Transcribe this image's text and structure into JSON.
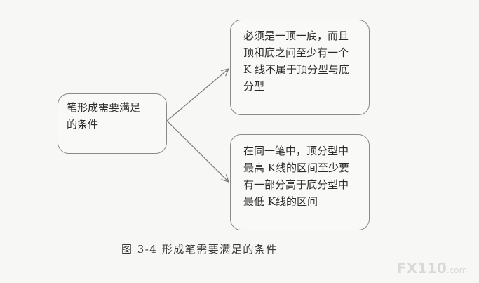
{
  "diagram": {
    "root": {
      "lines": [
        "笔形成需要满足",
        "的条件"
      ]
    },
    "branches": [
      {
        "lines": [
          "必须是一顶一底，而且",
          "顶和底之间至少有一个",
          "K 线不属于顶分型与底",
          "分型"
        ]
      },
      {
        "lines": [
          "在同一笔中，顶分型中",
          "最高 K线的区间至少要",
          "有一部分高于底分型中",
          "最低 K线的区间"
        ]
      }
    ],
    "caption": "图 3-4   形成笔需要满足的条件"
  },
  "watermark": {
    "brand": "FX110",
    "domain": ".com"
  },
  "colors": {
    "border": "#8a8a8a",
    "arrow": "#7a7a7a",
    "text": "#2b2b2b"
  }
}
